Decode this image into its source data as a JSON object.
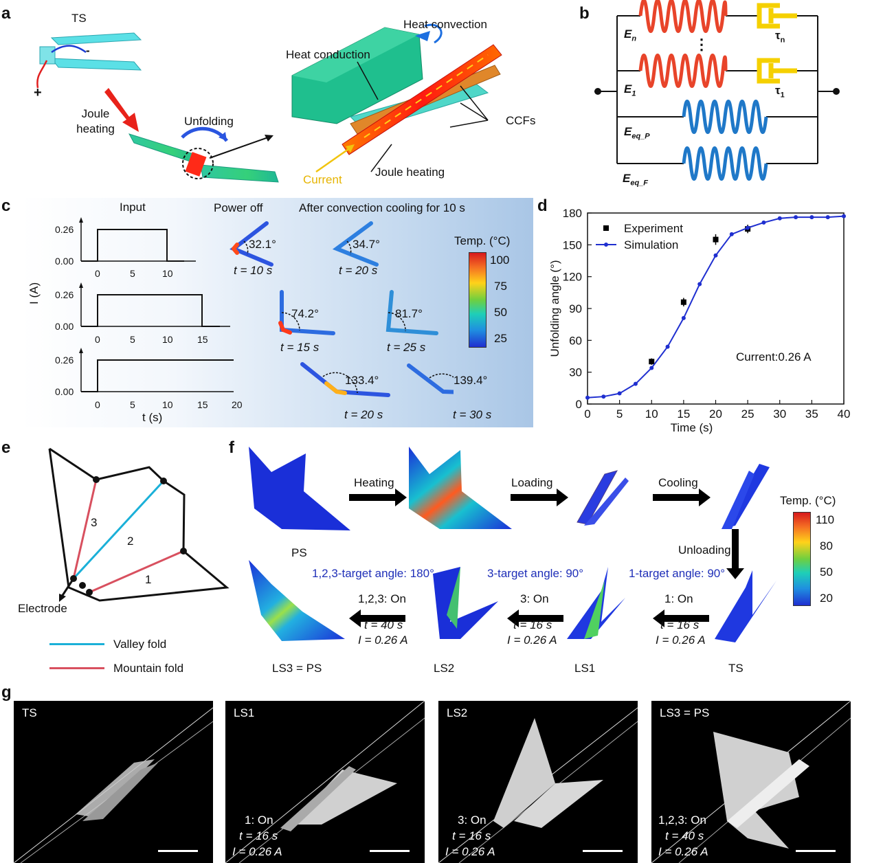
{
  "panel_a": {
    "label": "a",
    "ts": "TS",
    "minus": "-",
    "plus": "+",
    "joule_heating": "Joule heating",
    "unfolding": "Unfolding",
    "heat_convection": "Heat convection",
    "heat_conduction": "Heat conduction",
    "ccfs": "CCFs",
    "current": "Current",
    "joule_heating_2": "Joule heating"
  },
  "panel_b": {
    "label": "b",
    "en": "E",
    "en_sub": "n",
    "dots": "⋮",
    "tau_n": "τ",
    "tau_n_sub": "n",
    "e1": "E",
    "e1_sub": "1",
    "tau_1": "τ",
    "tau_1_sub": "1",
    "eqp": "E",
    "eqp_sub": "eq_P",
    "eqf": "E",
    "eqf_sub": "eq_F"
  },
  "panel_c": {
    "label": "c",
    "input": "Input",
    "power_off": "Power off",
    "after_cooling": "After convection cooling for 10 s",
    "ylabel": "I (A)",
    "xlabel": "t (s)",
    "y_ticks": [
      "0.26",
      "0.00"
    ],
    "colorbar_title": "Temp. (°C)",
    "colorbar_ticks": [
      "100",
      "75",
      "50",
      "25"
    ],
    "rows": [
      {
        "x_ticks": [
          "0",
          "5",
          "10"
        ],
        "angle_off": "32.1°",
        "time_off": "t = 10 s",
        "angle_cool": "34.7°",
        "time_cool": "t = 20 s"
      },
      {
        "x_ticks": [
          "0",
          "5",
          "10",
          "15"
        ],
        "angle_off": "74.2°",
        "time_off": "t = 15 s",
        "angle_cool": "81.7°",
        "time_cool": "t = 25 s"
      },
      {
        "x_ticks": [
          "0",
          "5",
          "10",
          "15",
          "20"
        ],
        "angle_off": "133.4°",
        "time_off": "t = 20 s",
        "angle_cool": "139.4°",
        "time_cool": "t = 30 s"
      }
    ]
  },
  "panel_d": {
    "label": "d",
    "annotation": "Current:0.26 A"
  },
  "chart_data": {
    "type": "line",
    "title": "",
    "xlabel": "Time (s)",
    "ylabel": "Unfolding angle (°)",
    "xlim": [
      0,
      40
    ],
    "ylim": [
      0,
      180
    ],
    "x_ticks": [
      0,
      5,
      10,
      15,
      20,
      25,
      30,
      35,
      40
    ],
    "y_ticks": [
      0,
      30,
      60,
      90,
      120,
      150,
      180
    ],
    "legend_position": "top-left",
    "series": [
      {
        "name": "Experiment",
        "kind": "scatter",
        "color": "#000000",
        "x": [
          10,
          15,
          20,
          25
        ],
        "y": [
          40,
          96,
          155,
          165
        ],
        "yerr": [
          3,
          4,
          5,
          4
        ]
      },
      {
        "name": "Simulation",
        "kind": "line",
        "color": "#1f2fd0",
        "x": [
          0,
          2.5,
          5,
          7.5,
          10,
          12.5,
          15,
          17.5,
          20,
          22.5,
          25,
          27.5,
          30,
          32.5,
          35,
          37.5,
          40
        ],
        "y": [
          6,
          7,
          10,
          19,
          34,
          54,
          81,
          113,
          140,
          160,
          166,
          171,
          175,
          176,
          176,
          176,
          177
        ]
      }
    ]
  },
  "panel_e": {
    "label": "e",
    "fold1": "1",
    "fold2": "2",
    "fold3": "3",
    "electrode": "Electrode",
    "legend_valley": "Valley fold",
    "legend_mountain": "Mountain fold",
    "colors": {
      "valley": "#1ab0d8",
      "mountain": "#d8505f"
    }
  },
  "panel_f": {
    "label": "f",
    "heating": "Heating",
    "loading": "Loading",
    "cooling": "Cooling",
    "unloading": "Unloading",
    "ps": "PS",
    "target_123": "1,2,3-target angle: 180°",
    "target_3": "3-target angle: 90°",
    "target_1": "1-target angle: 90°",
    "step_123": {
      "on": "1,2,3: On",
      "t": "t = 40 s",
      "i": "I = 0.26 A"
    },
    "step_3": {
      "on": "3: On",
      "t": "t = 16 s",
      "i": "I = 0.26 A"
    },
    "step_1": {
      "on": "1: On",
      "t": "t = 16 s",
      "i": "I = 0.26 A"
    },
    "state_ls3": "LS3 = PS",
    "state_ls2": "LS2",
    "state_ls1": "LS1",
    "state_ts": "TS",
    "colorbar_title": "Temp. (°C)",
    "colorbar_ticks": [
      "110",
      "80",
      "50",
      "20"
    ]
  },
  "panel_g": {
    "label": "g",
    "photos": [
      {
        "caption": "TS",
        "on": "",
        "t": "",
        "i": ""
      },
      {
        "caption": "LS1",
        "on": "1: On",
        "t": "t = 16 s",
        "i": "I = 0.26 A"
      },
      {
        "caption": "LS2",
        "on": "3: On",
        "t": "t = 16 s",
        "i": "I = 0.26 A"
      },
      {
        "caption": "LS3 = PS",
        "on": "1,2,3: On",
        "t": "t = 40 s",
        "i": "I = 0.26 A"
      }
    ]
  }
}
